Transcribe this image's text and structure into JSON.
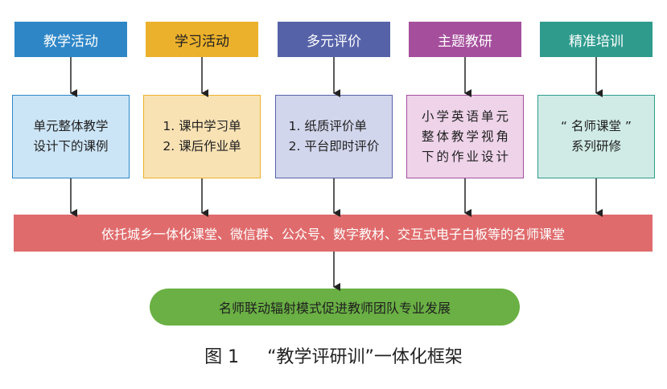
{
  "headers": [
    "教学活动",
    "学习活动",
    "多元评价",
    "主题教研",
    "精准培训"
  ],
  "boxes": [
    [
      "单元整体教学",
      "设计下的课例"
    ],
    [
      "1. 课中学习单",
      "2. 课后作业单"
    ],
    [
      "1. 纸质评价单",
      "2. 平台即时评价"
    ],
    [
      "小学英语单元",
      "整体教学视角",
      "下的作业设计"
    ],
    [
      "“ 名师课堂 ”",
      "系列研修"
    ]
  ],
  "bar_text": "依托城乡一体化课堂、微信群、公众号、数字教材、交互式电子白板等的名师课堂",
  "pill_text": "名师联动辐射模式促进教师团队专业发展",
  "caption": {
    "label": "图 1",
    "title": "“教学评研训”一体化框架"
  },
  "colors": {
    "blue": "#2e86c7",
    "yellow": "#ecb12c",
    "indigo": "#5662a8",
    "purple": "#a54e9c",
    "teal": "#2e9b8d",
    "red_bar": "#e06b6c",
    "green_pill": "#6ab044"
  }
}
